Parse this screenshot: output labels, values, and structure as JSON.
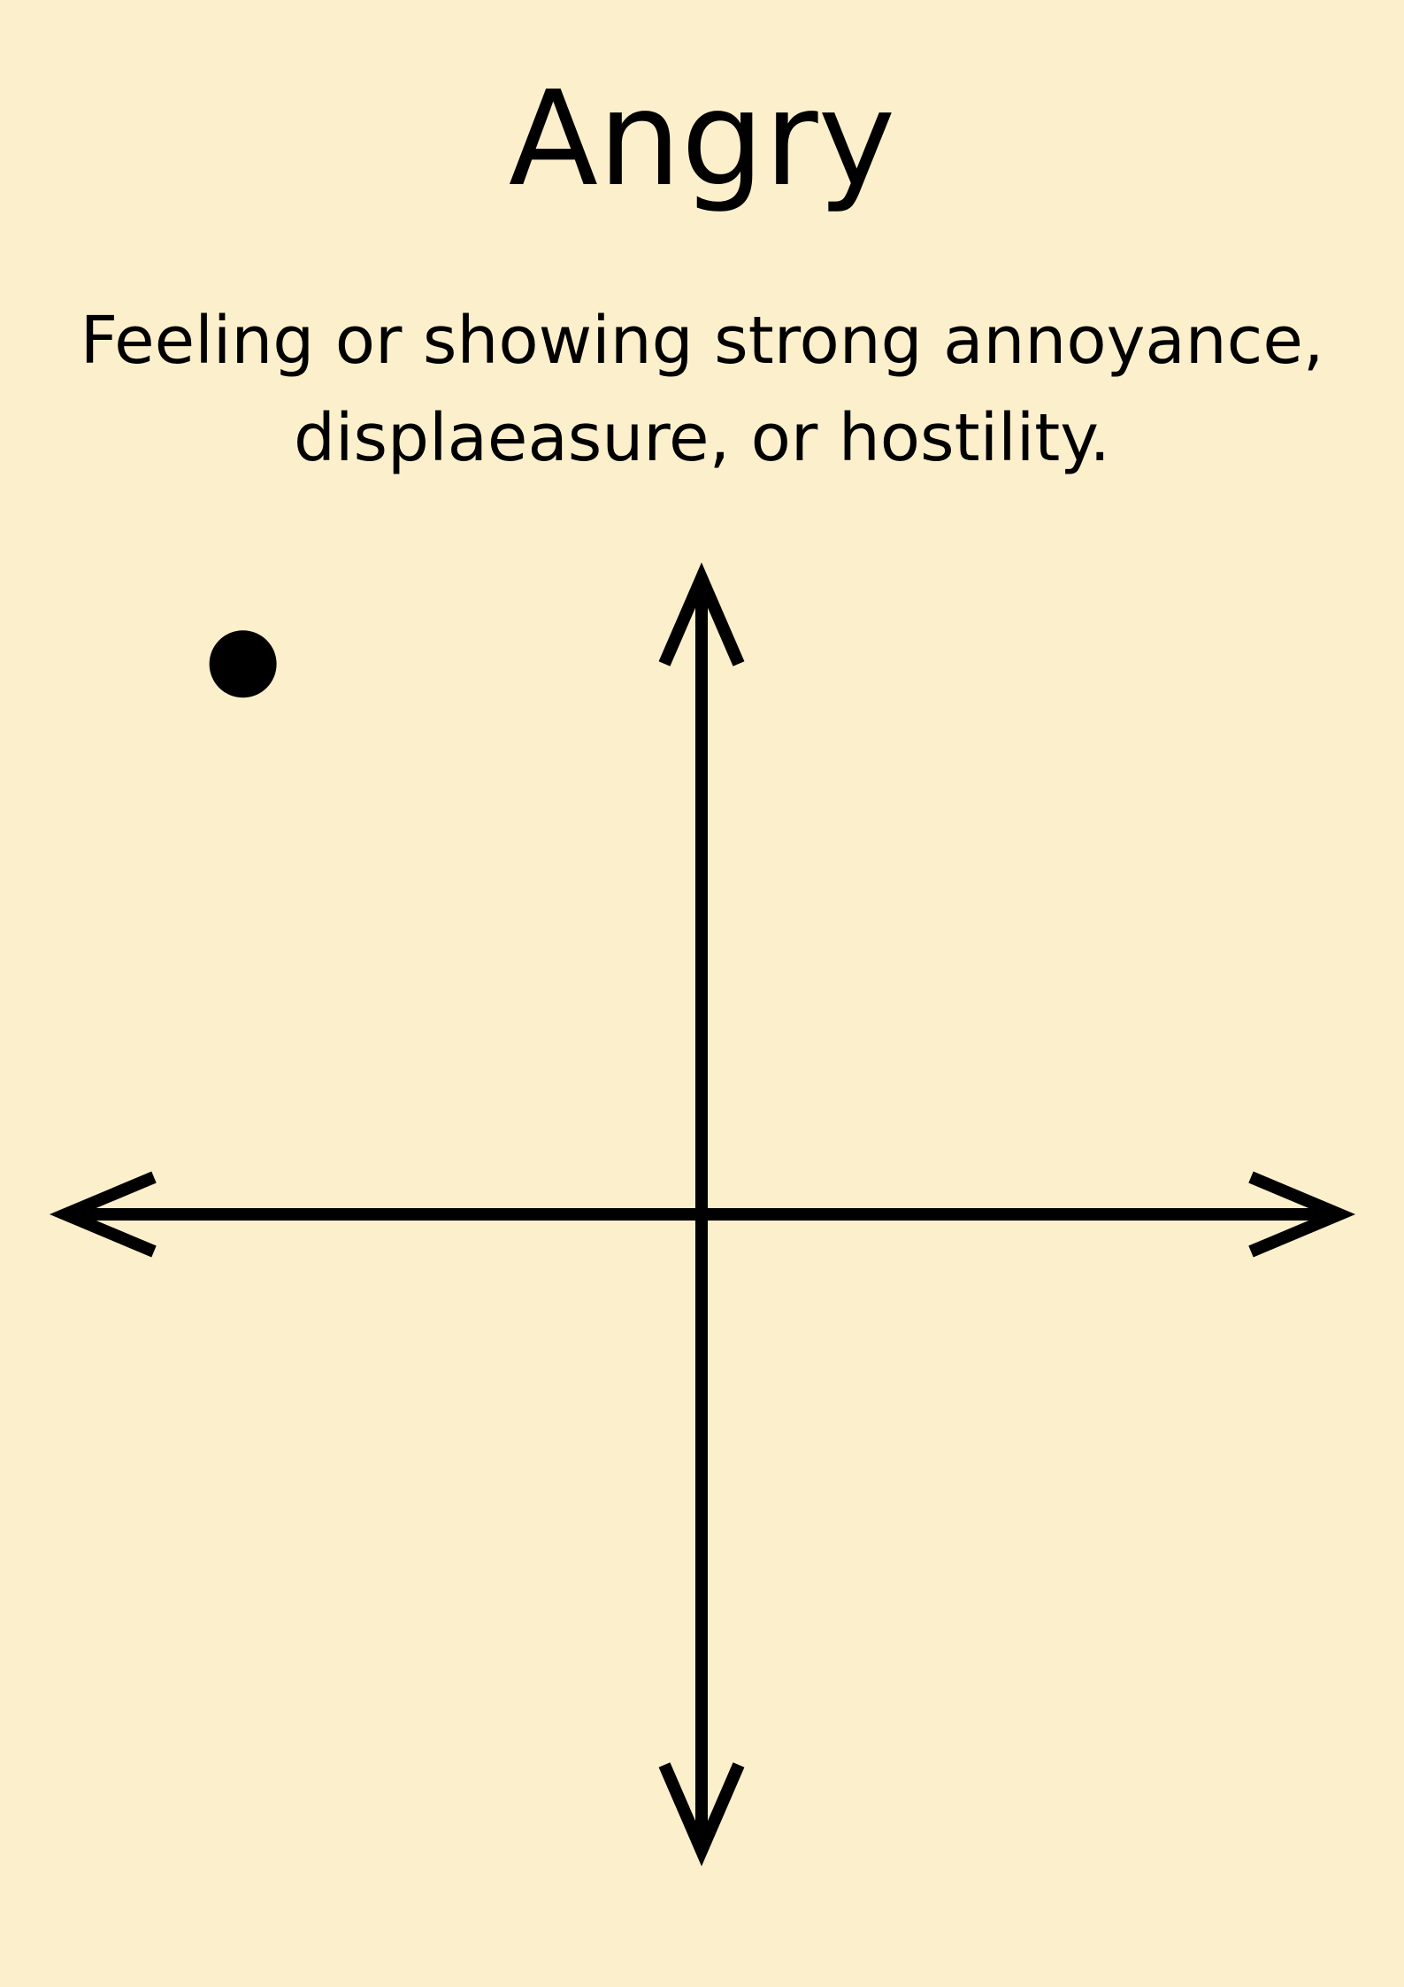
{
  "card": {
    "word": "Angry",
    "definition": "Feeling or showing strong annoyance, displaeasure, or hostility.",
    "background_color": "#fcf0cc",
    "ink_color": "#000000"
  },
  "diagram": {
    "axes": [
      "horizontal-axis",
      "vertical-axis"
    ],
    "marker": {
      "x": -0.72,
      "y": 0.86
    }
  }
}
